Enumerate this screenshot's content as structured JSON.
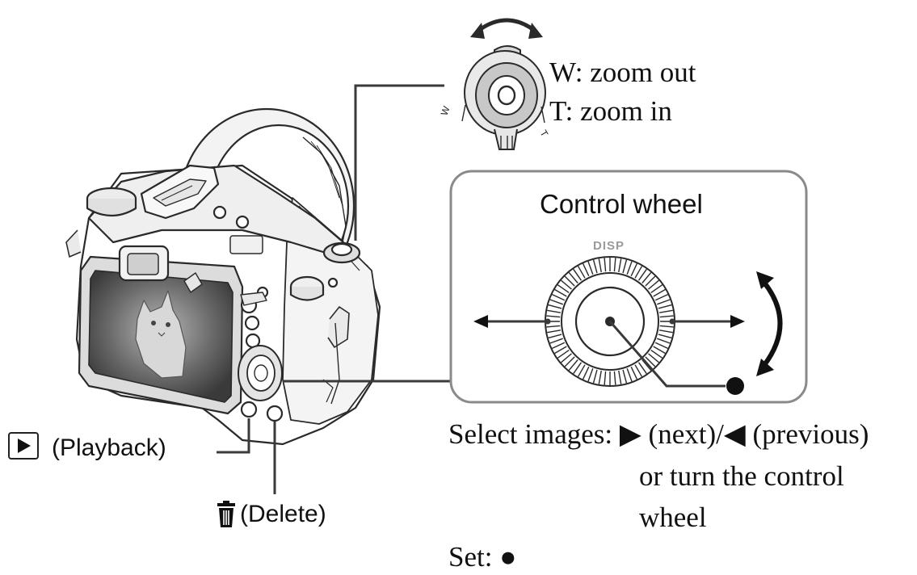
{
  "zoom_lever": {
    "w_label": "W: zoom out",
    "t_label": "T: zoom in",
    "w_mark": "W",
    "t_mark": "T"
  },
  "control_wheel": {
    "title": "Control wheel",
    "top_label": "DISP"
  },
  "select_images": {
    "line1": "Select images: ▶ (next)/◀ (previous)",
    "line2": "or turn the control",
    "line3": "wheel"
  },
  "set": {
    "label": "Set: ●"
  },
  "playback": {
    "label": "(Playback)",
    "icon": "playback-icon"
  },
  "delete": {
    "label": "(Delete)",
    "icon": "trash-icon"
  },
  "colors": {
    "line": "#3a3a3a",
    "panel_border": "#8a8a8a",
    "gray_fill": "#c8c8c8"
  }
}
